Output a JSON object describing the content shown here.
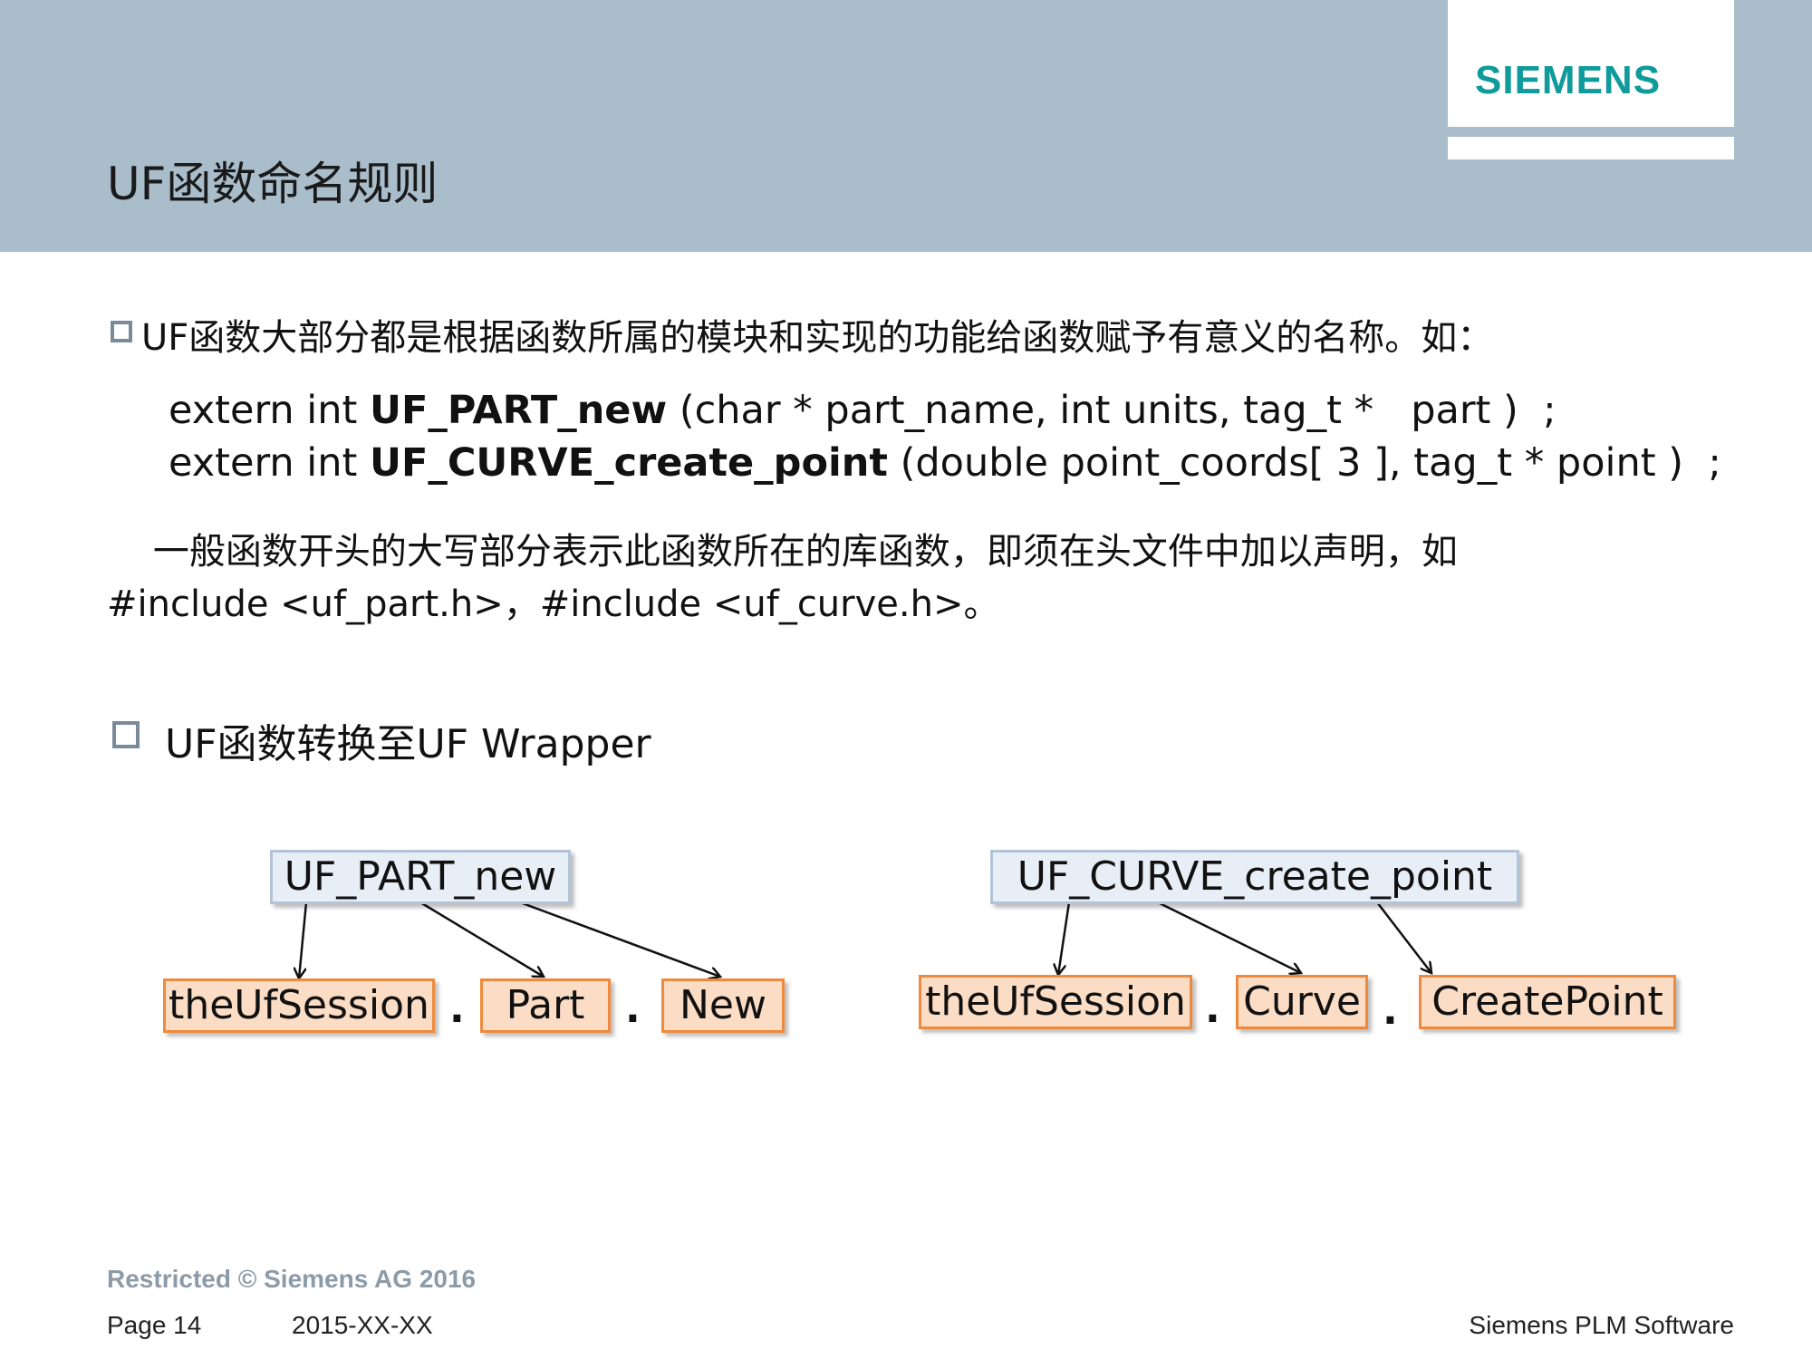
{
  "header": {
    "brand": "SIEMENS",
    "title": "UF函数命名规则"
  },
  "intro": {
    "text": "UF函数大部分都是根据函数所属的模块和实现的功能给函数赋予有意义的名称。如："
  },
  "code": [
    {
      "prefix": "extern int ",
      "name": "UF_PART_new",
      "args": " (char * part_name, int units, tag_t *   part )  ;"
    },
    {
      "prefix": "extern int ",
      "name": "UF_CURVE_create_point",
      "args": " (double point_coords[ 3 ], tag_t * point )  ;"
    }
  ],
  "paragraph": {
    "line1": "    一般函数开头的大写部分表示此函数所在的库函数，即须在头文件中加以声明，如",
    "line2": "#include <uf_part.h>，#include <uf_curve.h>。"
  },
  "section2": {
    "title": "UF函数转换至UF Wrapper"
  },
  "diagram": {
    "left": {
      "source": "UF_PART_new",
      "targets": [
        "theUfSession",
        "Part",
        "New"
      ],
      "separator": "."
    },
    "right": {
      "source": "UF_CURVE_create_point",
      "targets": [
        "theUfSession",
        "Curve",
        "CreatePoint"
      ],
      "separator": "."
    }
  },
  "footer": {
    "restricted": "Restricted © Siemens AG 2016",
    "page": "Page 14",
    "date": "2015-XX-XX",
    "company": "Siemens PLM Software"
  }
}
